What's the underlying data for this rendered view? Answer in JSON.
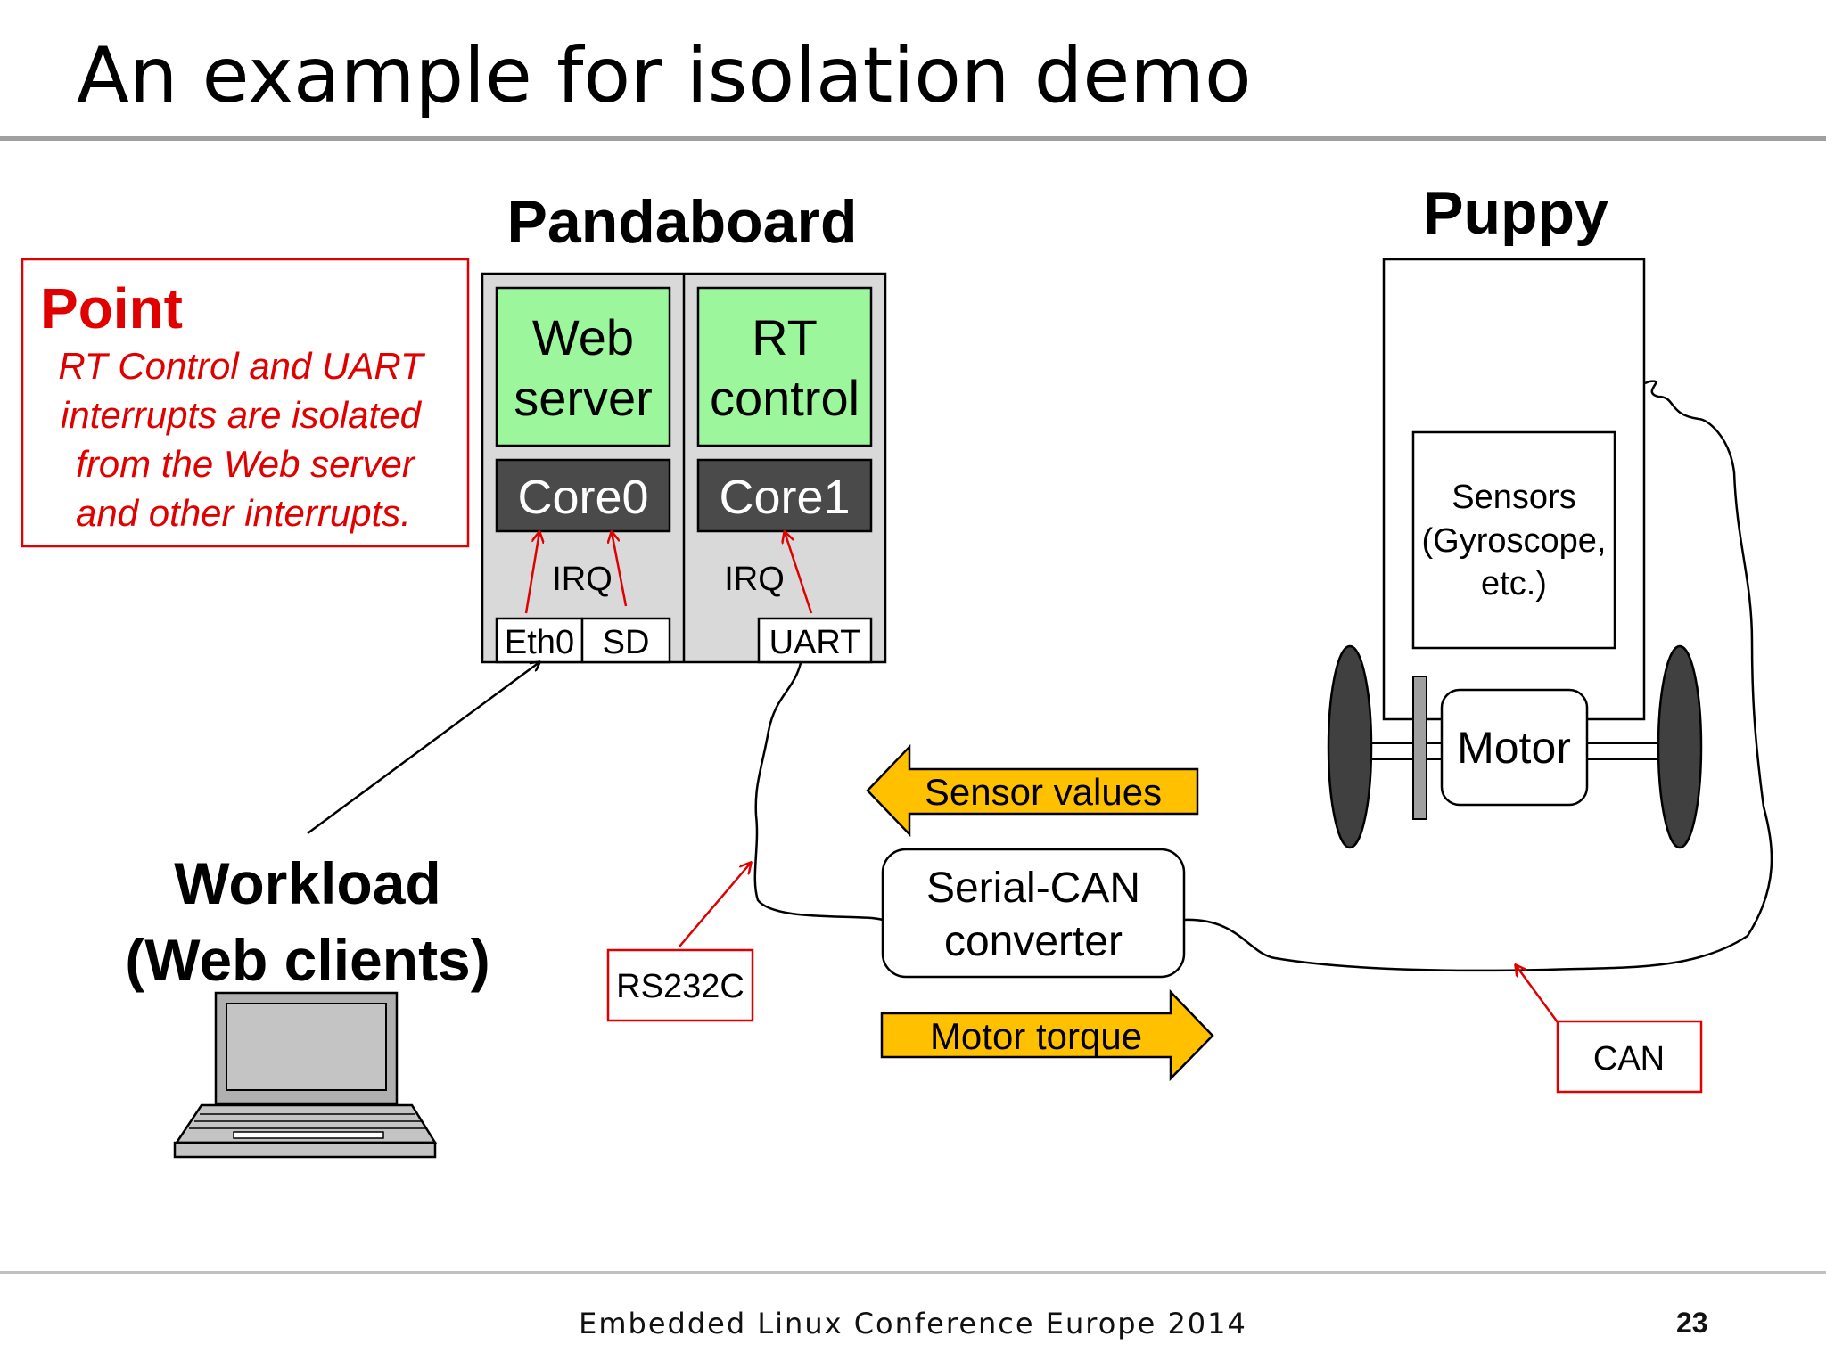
{
  "slide": {
    "title": "An example for isolation demo",
    "footer": "Embedded Linux Conference Europe 2014",
    "page_number": "23"
  },
  "point_box": {
    "heading": "Point",
    "lines": [
      "RT Control and UART",
      "interrupts are isolated",
      "from the Web server",
      "and other interrupts."
    ]
  },
  "pandaboard": {
    "title": "Pandaboard",
    "web_server": [
      "Web",
      "server"
    ],
    "rt_control": [
      "RT",
      "control"
    ],
    "core0": "Core0",
    "core1": "Core1",
    "irq_left": "IRQ",
    "irq_right": "IRQ",
    "eth0": "Eth0",
    "sd": "SD",
    "uart": "UART"
  },
  "puppy": {
    "title": "Puppy",
    "sensors": [
      "Sensors",
      "(Gyroscope,",
      "etc.)"
    ],
    "motor": "Motor"
  },
  "workload": {
    "lines": [
      "Workload",
      "(Web clients)"
    ]
  },
  "converter": {
    "lines": [
      "Serial-CAN",
      "converter"
    ]
  },
  "arrows": {
    "sensor_values": "Sensor values",
    "motor_torque": "Motor torque"
  },
  "callouts": {
    "rs232c": "RS232C",
    "can": "CAN"
  },
  "colors": {
    "point_red": "#e00000",
    "green_box": "#9cf79c",
    "core_dark": "#4a4a4a",
    "board_gray": "#d9d9d9",
    "arrow_yellow": "#ffc000",
    "wheel_dark": "#404040"
  }
}
